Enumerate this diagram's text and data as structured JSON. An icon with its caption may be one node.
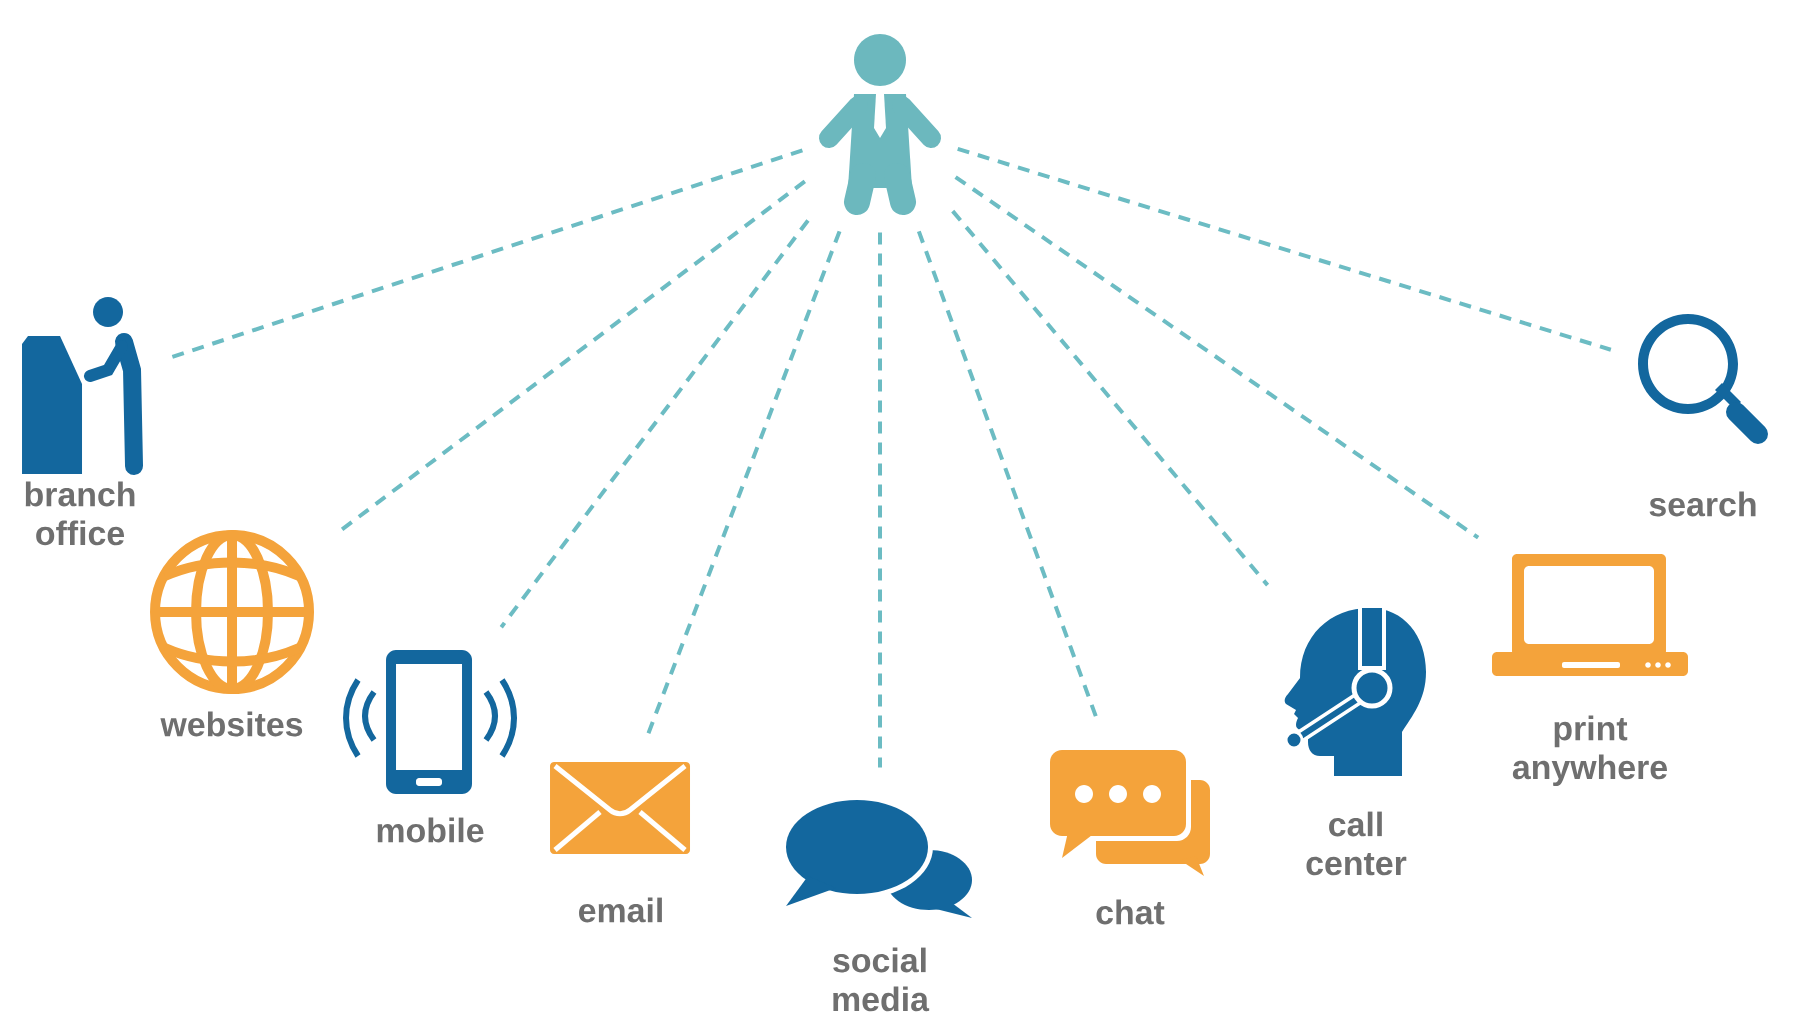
{
  "diagram": {
    "nodes": [
      {
        "text": [],
        "shape": "person"
      },
      {
        "text": [],
        "shape": "picture",
        "beside": [
          "branch office"
        ]
      },
      {
        "text": [],
        "shape": "picture",
        "beside": [
          "websites"
        ]
      },
      {
        "text": [],
        "shape": "picture",
        "beside": [
          "mobile"
        ]
      },
      {
        "text": [],
        "shape": "picture",
        "beside": [
          "email"
        ]
      },
      {
        "text": [],
        "shape": "picture",
        "beside": [
          "social media"
        ]
      },
      {
        "text": [],
        "shape": "picture",
        "beside": [
          "chat"
        ]
      },
      {
        "text": [],
        "shape": "picture",
        "beside": [
          "call center"
        ]
      },
      {
        "text": [],
        "shape": "picture",
        "beside": [
          "print anywhere"
        ]
      },
      {
        "text": [],
        "shape": "picture",
        "beside": [
          "search"
        ]
      }
    ],
    "edges": [
      {
        "from": 0,
        "to": 1,
        "arrow": "none",
        "style": "dashed"
      },
      {
        "from": 0,
        "to": 2,
        "arrow": "none",
        "style": "dashed"
      },
      {
        "from": 0,
        "to": 3,
        "arrow": "none",
        "style": "dashed"
      },
      {
        "from": 0,
        "to": 4,
        "arrow": "none",
        "style": "dashed"
      },
      {
        "from": 0,
        "to": 5,
        "arrow": "none",
        "style": "dashed"
      },
      {
        "from": 0,
        "to": 6,
        "arrow": "none",
        "style": "dashed"
      },
      {
        "from": 0,
        "to": 7,
        "arrow": "none",
        "style": "dashed"
      },
      {
        "from": 0,
        "to": 8,
        "arrow": "none",
        "style": "dashed"
      },
      {
        "from": 0,
        "to": 9,
        "arrow": "none",
        "style": "dashed"
      }
    ]
  }
}
